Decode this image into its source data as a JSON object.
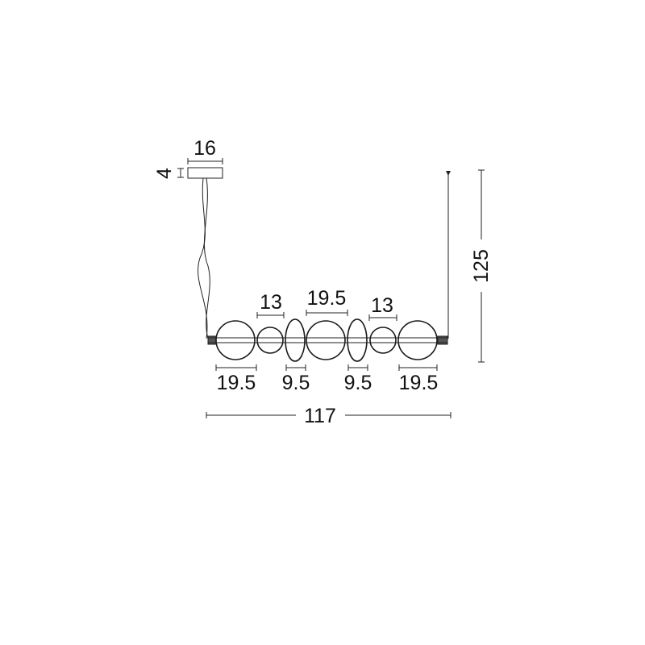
{
  "canopy": {
    "width": "16",
    "height": "4"
  },
  "overall": {
    "width": "117",
    "height": "125"
  },
  "upper_dimensions": [
    "13",
    "19.5",
    "13"
  ],
  "lower_dimensions": [
    "19.5",
    "9.5",
    "9.5",
    "19.5"
  ],
  "colors": {
    "line": "#222222",
    "text": "#111111",
    "background": "#ffffff"
  }
}
